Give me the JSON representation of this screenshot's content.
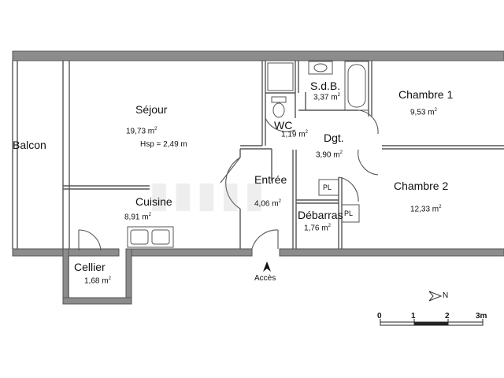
{
  "rooms": {
    "sejour": {
      "name": "Séjour",
      "area": "19,73 m",
      "hsp": "Hsp = 2,49 m"
    },
    "sdb": {
      "name": "S.d.B.",
      "area": "3,37 m"
    },
    "chambre1": {
      "name": "Chambre 1",
      "area": "9,53 m"
    },
    "wc": {
      "name": "WC",
      "area": "1,19 m"
    },
    "dgt": {
      "name": "Dgt.",
      "area": "3,90 m"
    },
    "balcon": {
      "name": "Balcon"
    },
    "entree": {
      "name": "Entrée",
      "area": "4,06 m"
    },
    "cuisine": {
      "name": "Cuisine",
      "area": "8,91 m"
    },
    "chambre2": {
      "name": "Chambre 2",
      "area": "12,33 m"
    },
    "debarras": {
      "name": "Débarras",
      "area": "1,76 m"
    },
    "cellier": {
      "name": "Cellier",
      "area": "1,68 m"
    }
  },
  "area_exponent": "2",
  "markers": {
    "pl1": "PL",
    "pl2": "PL",
    "acces": "Accès",
    "north": "N"
  },
  "scale": {
    "labels": [
      "0",
      "1",
      "2",
      "3m"
    ]
  }
}
